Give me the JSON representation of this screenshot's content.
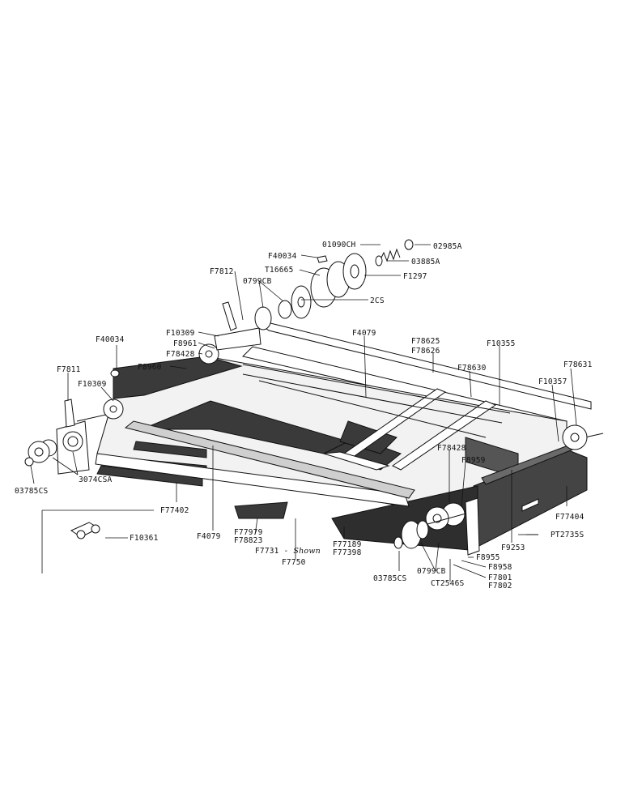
{
  "colors": {
    "ink": "#111111",
    "dark_fill": "#3a3a3a",
    "mid_fill": "#5a5a5a",
    "light_fill": "#e9e9e9",
    "wood": "#cfcfcf",
    "paper": "#ffffff"
  },
  "labels": {
    "p01090CH": "01090CH",
    "p02985A": "02985A",
    "pF40034_top": "F40034",
    "p03885A": "03885A",
    "pT16665": "T16665",
    "pF1297": "F1297",
    "pF7812": "F7812",
    "p0799CB_top": "0799CB",
    "p2CS": "2CS",
    "pF10309_top": "F10309",
    "pF40034_left": "F40034",
    "pF8961": "F8961",
    "pF78428_top": "F78428",
    "pF8960": "F8960",
    "pF4079_top": "F4079",
    "pF78625": "F78625",
    "pF78626": "F78626",
    "pF10355": "F10355",
    "pF78630": "F78630",
    "pF78631": "F78631",
    "pF10357": "F10357",
    "pF7811": "F7811",
    "pF10309_left": "F10309",
    "p3074CSA": "3074CSA",
    "p03785CS_left": "03785CS",
    "pF77402": "F77402",
    "pF10361": "F10361",
    "pF4079_bottom": "F4079",
    "pF77979": "F77979",
    "pF78823": "F78823",
    "pF7731": "F7731",
    "pShown": "Shown",
    "pF7750": "F7750",
    "pF77189": "F77189",
    "pF77398": "F77398",
    "pF78428_right": "F78428",
    "pF8959": "F8959",
    "pF9253": "F9253",
    "pF77404": "F77404",
    "pPT2735S": "PT2735S",
    "pF8955": "F8955",
    "pF8958": "F8958",
    "pF7801": "F7801",
    "pF7802": "F7802",
    "p0799CB_bottom": "0799CB",
    "pCT2546S": "CT2546S",
    "p03785CS_bottom": "03785CS"
  }
}
